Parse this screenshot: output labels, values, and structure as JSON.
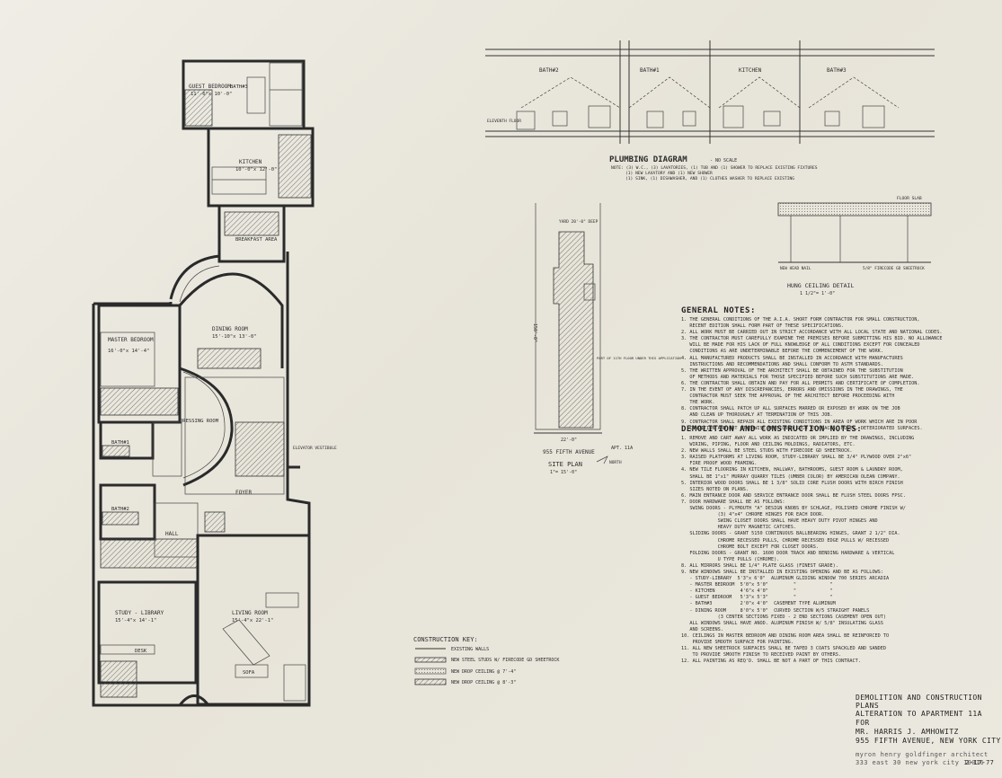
{
  "rooms": {
    "guest_bedroom": "GUEST BEDROOM",
    "guest_bedroom_size": "11'-6\"x 10'-0\"",
    "bath3": "BATH#3",
    "kitchen": "KITCHEN",
    "kitchen_size": "10'-0\"x 12'-0\"",
    "breakfast": "BREAKFAST AREA",
    "dining": "DINING ROOM",
    "dining_size": "15'-10\"x 13'-0\"",
    "master": "MASTER BEDROOM",
    "master_size": "16'-0\"x 14'-4\"",
    "bath1": "BATH#1",
    "dressing": "DRESSING ROOM",
    "foyer": "FOYER",
    "bath2": "BATH#2",
    "hall": "HALL",
    "study": "STUDY - LIBRARY",
    "study_size": "15'-4\"x 14'-1\"",
    "living": "LIVING ROOM",
    "living_size": "15'-4\"x 22'-1\"",
    "elevator": "ELEVATOR VESTIBULE",
    "desk": "DESK",
    "sofa": "SOFA"
  },
  "plumbing": {
    "labels": [
      "BATH#2",
      "BATH#1",
      "KITCHEN",
      "BATH#3"
    ],
    "title": "PLUMBING DIAGRAM",
    "scale": "- NO SCALE",
    "note1": "NOTE: (3) W.C., (3) LAVATORIES, (1) TUB AND (1) SHOWER TO REPLACE EXISTING FIXTURES",
    "note2": "(1) NEW LAVATORY AND (1) NEW SHOWER",
    "note3": "(1) SINK, (1) DISHWASHER, AND (1) CLOTHES WASHER TO REPLACE EXISTING",
    "eleventh": "ELEVENTH FLOOR"
  },
  "site": {
    "yard": "YARD 20'-0\" DEEP",
    "depth": "150'-0\"",
    "width": "22'-0\"",
    "avenue": "955 FIFTH AVENUE",
    "title": "SITE PLAN",
    "scale": "1\"= 15'-0\"",
    "north": "NORTH",
    "apt": "APT. 11A",
    "note": "PART OF 11TH FLOOR UNDER THIS APPLICATION"
  },
  "ceiling": {
    "title": "HUNG CEILING DETAIL",
    "scale": "1 1/2\"= 1'-0\"",
    "floor_slab": "FLOOR SLAB",
    "new_head": "NEW HEAD NAIL",
    "gypsum": "5/8\" FIRECODE GD SHEETROCK"
  },
  "general": {
    "heading": "GENERAL NOTES:",
    "lines": [
      "1. THE GENERAL CONDITIONS OF THE A.I.A. SHORT FORM CONTRACTOR FOR SMALL CONSTRUCTION,",
      "   RECENT EDITION SHALL FORM PART OF THESE SPECIFICATIONS.",
      "2. ALL WORK MUST BE CARRIED OUT IN STRICT ACCORDANCE WITH ALL LOCAL STATE AND NATIONAL CODES.",
      "3. THE CONTRACTOR MUST CAREFULLY EXAMINE THE PREMISES BEFORE SUBMITTING HIS BID. NO ALLOWANCE",
      "   WILL BE MADE FOR HIS LACK OF FULL KNOWLEDGE OF ALL CONDITIONS EXCEPT FOR CONCEALED",
      "   CONDITIONS AS ARE UNDETERMINABLE BEFORE THE COMMENCEMENT OF THE WORK.",
      "4. ALL MANUFACTURED PRODUCTS SHALL BE INSTALLED IN ACCORDANCE WITH MANUFACTURES",
      "   INSTRUCTIONS AND RECOMMENDATIONS AND SHALL CONFORM TO ASTM STANDARDS.",
      "5. THE WRITTEN APPROVAL OF THE ARCHITECT SHALL BE OBTAINED FOR THE SUBSTITUTION",
      "   OF METHODS AND MATERIALS FOR THOSE SPECIFIED BEFORE SUCH SUBSTITUTIONS ARE MADE.",
      "6. THE CONTRACTOR SHALL OBTAIN AND PAY FOR ALL PERMITS AND CERTIFICATE OF COMPLETION.",
      "7. IN THE EVENT OF ANY DISCREPANCIES, ERRORS AND OMISSIONS IN THE DRAWINGS, THE",
      "   CONTRACTOR MUST SEEK THE APPROVAL OF THE ARCHITECT BEFORE PROCEEDING WITH",
      "   THE WORK.",
      "8. CONTRACTOR SHALL PATCH UP ALL SURFACES MARRED OR EXPOSED BY WORK ON THE JOB",
      "   AND CLEAN UP THOROUGHLY AT TERMINATION OF THIS JOB.",
      "9. CONTRACTOR SHALL REPAIR ALL EXISTING CONDITIONS IN AREA OF WORK WHICH ARE IN POOR",
      "   CONDITION AND NOT OTHERWISE MENTIONED SUCH AS CRACKS, HOLES, DETERIORATED SURFACES."
    ]
  },
  "demolition": {
    "heading": "DEMOLITION AND CONSTRUCTION NOTES:",
    "lines": [
      "1. REMOVE AND CART AWAY ALL WORK AS INDICATED OR IMPLIED BY THE DRAWINGS, INCLUDING",
      "   WIRING, PIPING, FLOOR AND CEILING MOLDINGS, RADIATORS, ETC.",
      "2. NEW WALLS SHALL BE STEEL STUDS WITH FIRECODE GD SHEETROCK.",
      "3. RAISED PLATFORMS AT LIVING ROOM, STUDY-LIBRARY SHALL BE 3/4\" PLYWOOD OVER 2\"x6\"",
      "   FIRE PROOF WOOD FRAMING.",
      "4. NEW TILE FLOORING IN KITCHEN, HALLWAY, BATHROOMS, GUEST ROOM & LAUNDRY ROOM,",
      "   SHALL BE 1\"x1\" MURRAY QUARRY TILES (UMBER COLOR) BY AMERICAN OLEAN COMPANY.",
      "5. INTERIOR WOOD DOORS SHALL BE 1 3/8\" SOLID CORE FLUSH DOORS WITH BIRCH FINISH",
      "   SIZES NOTED ON PLANS.",
      "6. MAIN ENTRANCE DOOR AND SERVICE ENTRANCE DOOR SHALL BE FLUSH STEEL DOORS FPSC.",
      "7. DOOR HARDWARE SHALL BE AS FOLLOWS:",
      "   SWING DOORS - PLYMOUTH \"A\" DESIGN KNOBS BY SCHLAGE, POLISHED CHROME FINISH W/",
      "             (3) 4\"x4\" CHROME HINGES FOR EACH DOOR.",
      "             SWING CLOSET DOORS SHALL HAVE HEAVY DUTY PIVOT HINGES AND",
      "             HEAVY DUTY MAGNETIC CATCHES.",
      "   SLIDING DOORS - GRANT 5150 CONTINUOUS BALLBEARING HINGES, GRANT 2 1/2\" DIA.",
      "             CHROME RECESSED PULLS, CHROME RECESSED EDGE PULLS W/ RECESSED",
      "             CHROME BOLT EXCEPT FOR CLOSET DOORS.",
      "   FOLDING DOORS - GRANT NO. 1600 DOOR TRACK AND BENDING HARDWARE & VERTICAL",
      "             U TYPE PULLS (CHROME).",
      "8. ALL MIRRORS SHALL BE 1/4\" PLATE GLASS (FINEST GRADE).",
      "9. NEW WINDOWS SHALL BE INSTALLED IN EXISTING OPENING AND BE AS FOLLOWS:",
      "   - STUDY-LIBRARY  5'3\"x 6'0\"  ALUMINUM GLIDING WINDOW 700 SERIES ARCADIA",
      "   - MASTER BEDROOM  5'0\"x 5'0\"         \"            \"",
      "   - KITCHEN         4'6\"x 4'0\"         \"            \"",
      "   - GUEST BEDROOM   5'3\"x 5'3\"         \"            \"",
      "   - BATH#3          2'0\"x 4'0\"  CASEMENT TYPE ALUMINUM",
      "   - DINING ROOM     8'0\"x 5'0\"  CURVED SECTION W/5 STRAIGHT PANELS",
      "             (3 CENTER SECTIONS FIXED - 2 END SECTIONS CASEMENT OPEN OUT)",
      "   ALL WINDOWS SHALL HAVE ANOD. ALUMINUM FINISH W/ 5/8\" INSULATING GLASS",
      "   AND SCREENS.",
      "10. CEILINGS IN MASTER BEDROOM AND DINING ROOM AREA SHALL BE REINFORCED TO",
      "    PROVIDE SMOOTH SURFACE FOR PAINTING.",
      "11. ALL NEW SHEETROCK SURFACES SHALL BE TAPED 3 COATS SPACKLED AND SANDED",
      "    TO PROVIDE SMOOTH FINISH TO RECEIVED PAINT BY OTHERS.",
      "12. ALL PAINTING AS REQ'D. SHALL BE NOT A PART OF THIS CONTRACT."
    ]
  },
  "key": {
    "heading": "CONSTRUCTION KEY:",
    "items": [
      "EXISTING WALLS",
      "NEW STEEL STUDS W/ FIRECODE GD SHEETROCK",
      "NEW DROP CEILING @ 7'-4\"",
      "NEW DROP CEILING @ 8'-3\""
    ]
  },
  "title_block": {
    "drawing": "DEMOLITION AND CONSTRUCTION PLANS",
    "project": "ALTERATION TO APARTMENT 11A",
    "for": "FOR",
    "client": "MR. HARRIS J. AMHOWITZ",
    "address": "955 FIFTH AVENUE, NEW YORK CITY",
    "architect": "myron henry goldfinger architect",
    "arch_address": "333 east 30 new york city 10016",
    "date": "2-17-77"
  }
}
